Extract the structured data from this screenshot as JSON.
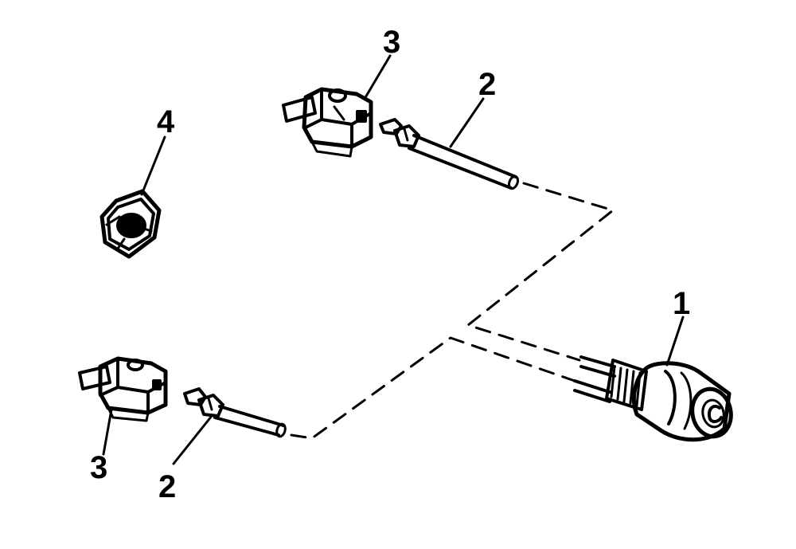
{
  "diagram": {
    "callouts": [
      {
        "id": "c1",
        "text": "1"
      },
      {
        "id": "c2-top",
        "text": "2"
      },
      {
        "id": "c2-bottom",
        "text": "2"
      },
      {
        "id": "c3-top",
        "text": "3"
      },
      {
        "id": "c3-bottom",
        "text": "3"
      },
      {
        "id": "c4",
        "text": "4"
      }
    ]
  },
  "colors": {
    "ink": "#000000",
    "paper": "#ffffff"
  }
}
